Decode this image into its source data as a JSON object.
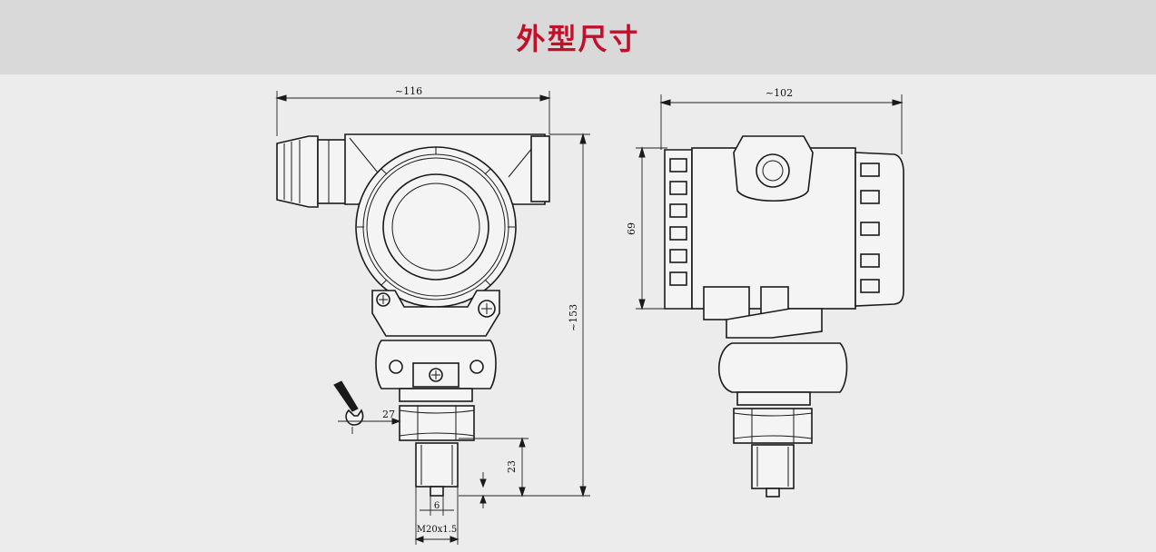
{
  "header": {
    "title": "外型尺寸",
    "title_color": "#c0102a",
    "background": "#d9d9d9"
  },
  "front_view": {
    "width_label": "~116",
    "height_label": "~153",
    "wrench_label": "27",
    "thread_length_label": "23",
    "tip_label": "6",
    "thread_spec_label": "M20x1.5"
  },
  "side_view": {
    "width_label": "~102",
    "height_label": "69"
  }
}
